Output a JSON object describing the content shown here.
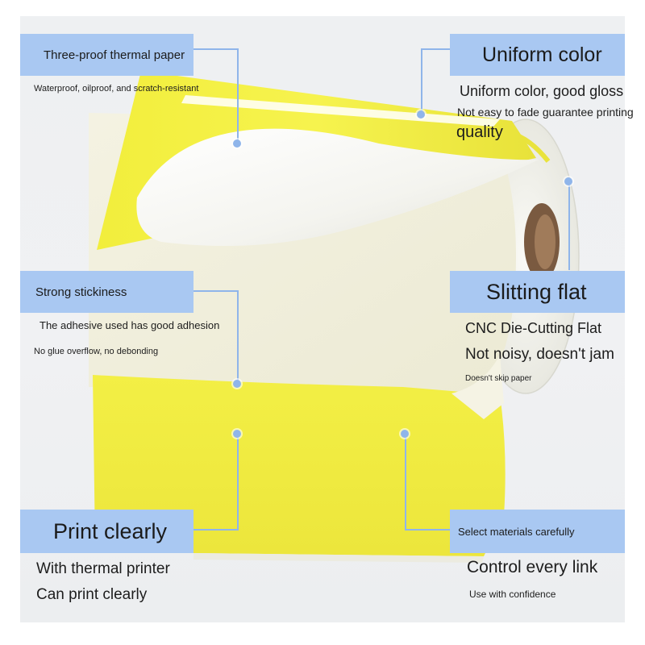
{
  "callouts": {
    "thermal": {
      "title": "Three-proof thermal paper",
      "lines": [
        "Waterproof, oilproof, and scratch-resistant"
      ]
    },
    "uniform": {
      "title": "Uniform color",
      "lines": [
        "Uniform color, good gloss",
        "Not easy to fade guarantee printing",
        "quality"
      ]
    },
    "sticky": {
      "title": "Strong stickiness",
      "lines": [
        "The adhesive used has good adhesion",
        "No glue overflow, no debonding"
      ]
    },
    "slitting": {
      "title": "Slitting flat",
      "lines": [
        "CNC Die-Cutting Flat",
        "Not noisy, doesn't jam",
        "Doesn't skip paper"
      ]
    },
    "print": {
      "title": "Print clearly",
      "lines": [
        "With thermal printer",
        "Can print clearly"
      ]
    },
    "materials": {
      "title": "Select materials carefully",
      "lines": [
        "Control every link",
        "Use with confidence"
      ]
    }
  },
  "colors": {
    "label_yellow": "#f3f04a",
    "callout_blue": "#a9c8f2",
    "backing_white": "#f7f6ea",
    "core_brown": "#7a5a40"
  },
  "icons": {
    "pointer_dot": "circle",
    "product": "yellow-thermal-label-roll"
  }
}
